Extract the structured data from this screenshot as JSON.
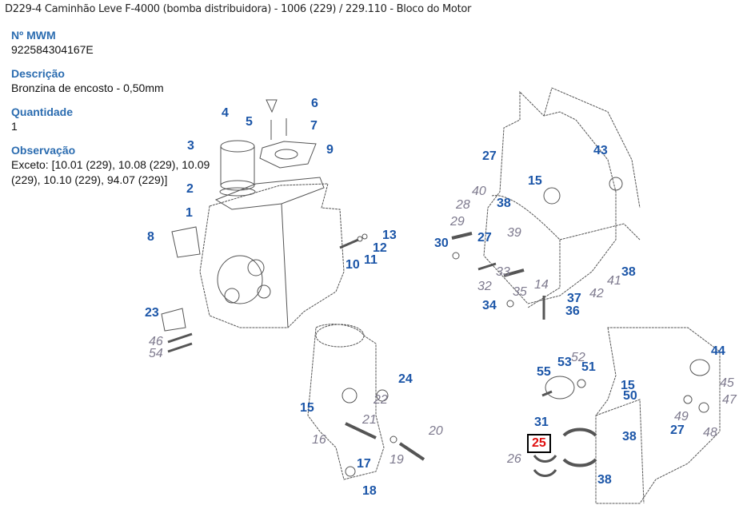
{
  "header": {
    "title": "D229-4 Caminhão Leve F-4000 (bomba distribuidora) - 1006 (229)  /  229.110 - Bloco do Motor"
  },
  "details": {
    "mwm_label": "Nº MWM",
    "mwm_value": "922584304167E",
    "description_label": "Descrição",
    "description_value": "Bronzina de encosto - 0,50mm",
    "quantity_label": "Quantidade",
    "quantity_value": "1",
    "observation_label": "Observação",
    "observation_value": "Exceto: [10.01 (229), 10.08 (229), 10.09 (229), 10.10 (229), 94.07 (229)]"
  },
  "diagram": {
    "selected_part": "25",
    "colors": {
      "bold_label": "#1c56a8",
      "italic_label": "#7e7a8e",
      "selected_label": "#e01010"
    },
    "callouts": [
      {
        "n": "1",
        "style": "b"
      },
      {
        "n": "2",
        "style": "b"
      },
      {
        "n": "3",
        "style": "b"
      },
      {
        "n": "4",
        "style": "b"
      },
      {
        "n": "5",
        "style": "b"
      },
      {
        "n": "6",
        "style": "b"
      },
      {
        "n": "7",
        "style": "b"
      },
      {
        "n": "8",
        "style": "b"
      },
      {
        "n": "9",
        "style": "b"
      },
      {
        "n": "10",
        "style": "b"
      },
      {
        "n": "11",
        "style": "b"
      },
      {
        "n": "12",
        "style": "b"
      },
      {
        "n": "13",
        "style": "b"
      },
      {
        "n": "23",
        "style": "b"
      },
      {
        "n": "46",
        "style": "i"
      },
      {
        "n": "54",
        "style": "i"
      },
      {
        "n": "27",
        "style": "b"
      },
      {
        "n": "43",
        "style": "b"
      },
      {
        "n": "15",
        "style": "b"
      },
      {
        "n": "40",
        "style": "i"
      },
      {
        "n": "38",
        "style": "b"
      },
      {
        "n": "28",
        "style": "i"
      },
      {
        "n": "29",
        "style": "i"
      },
      {
        "n": "27",
        "style": "b"
      },
      {
        "n": "30",
        "style": "b"
      },
      {
        "n": "39",
        "style": "i"
      },
      {
        "n": "33",
        "style": "i"
      },
      {
        "n": "32",
        "style": "i"
      },
      {
        "n": "35",
        "style": "i"
      },
      {
        "n": "14",
        "style": "i"
      },
      {
        "n": "34",
        "style": "b"
      },
      {
        "n": "37",
        "style": "b"
      },
      {
        "n": "36",
        "style": "b"
      },
      {
        "n": "41",
        "style": "i"
      },
      {
        "n": "42",
        "style": "i"
      },
      {
        "n": "38",
        "style": "b"
      },
      {
        "n": "24",
        "style": "b"
      },
      {
        "n": "22",
        "style": "i"
      },
      {
        "n": "15",
        "style": "b"
      },
      {
        "n": "21",
        "style": "i"
      },
      {
        "n": "16",
        "style": "i"
      },
      {
        "n": "20",
        "style": "i"
      },
      {
        "n": "17",
        "style": "b"
      },
      {
        "n": "19",
        "style": "i"
      },
      {
        "n": "18",
        "style": "b"
      },
      {
        "n": "55",
        "style": "b"
      },
      {
        "n": "53",
        "style": "b"
      },
      {
        "n": "52",
        "style": "i"
      },
      {
        "n": "51",
        "style": "b"
      },
      {
        "n": "31",
        "style": "b"
      },
      {
        "n": "25",
        "style": "sel"
      },
      {
        "n": "26",
        "style": "i"
      },
      {
        "n": "44",
        "style": "b"
      },
      {
        "n": "45",
        "style": "i"
      },
      {
        "n": "15",
        "style": "b"
      },
      {
        "n": "50",
        "style": "b"
      },
      {
        "n": "47",
        "style": "i"
      },
      {
        "n": "49",
        "style": "i"
      },
      {
        "n": "38",
        "style": "b"
      },
      {
        "n": "27",
        "style": "b"
      },
      {
        "n": "48",
        "style": "i"
      },
      {
        "n": "38",
        "style": "b"
      }
    ]
  }
}
